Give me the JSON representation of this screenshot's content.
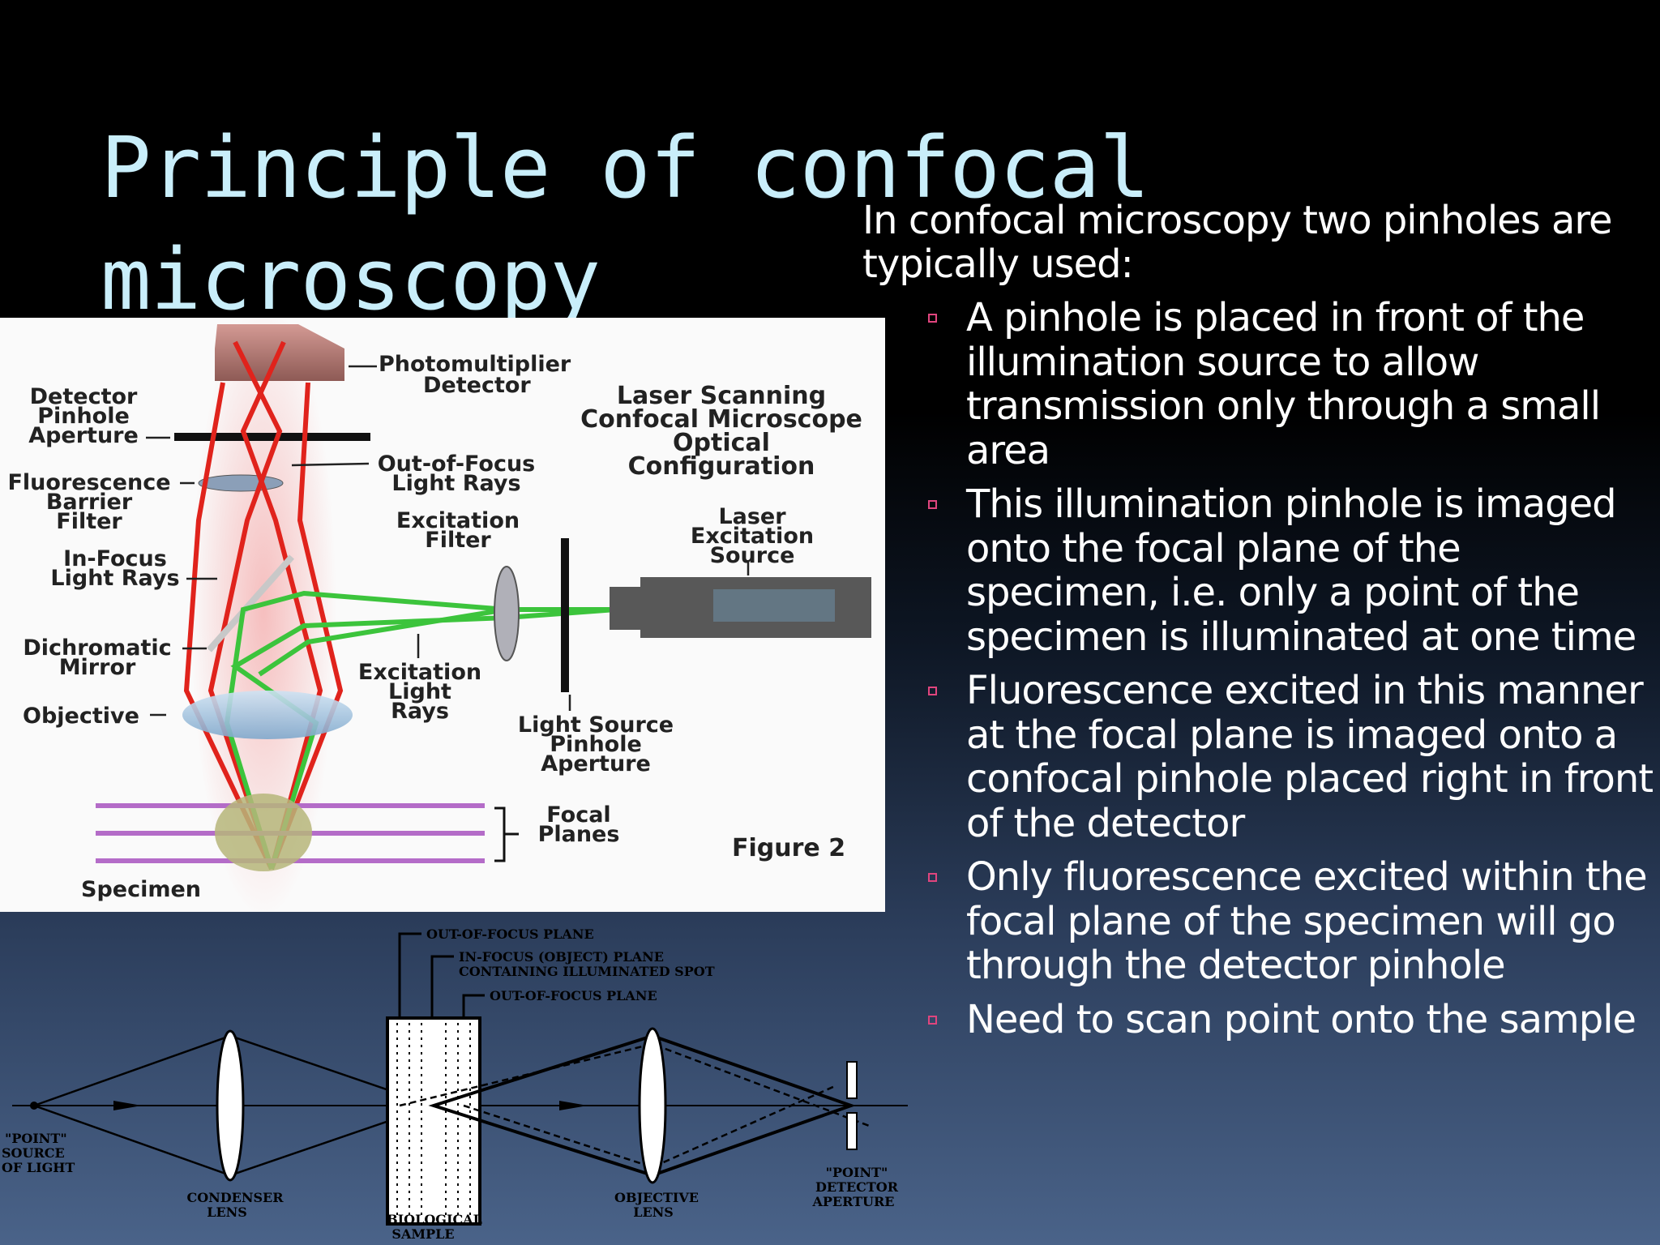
{
  "slide": {
    "title": "Principle of confocal\nmicroscopy",
    "intro": "In confocal microscopy two pinholes are typically used:",
    "bullets": [
      "A pinhole is placed in front of the illumination source to allow transmission only through a small area",
      "This illumination pinhole is imaged onto the focal plane of the specimen, i.e. only a point of the specimen is illuminated at one time",
      "Fluorescence excited in this manner at the focal plane is imaged onto a confocal pinhole placed right in front of the detector",
      "Only fluorescence excited within the focal plane of the specimen will go through the detector pinhole",
      "Need to scan point onto the sample"
    ],
    "bullet_color": "#e0457e",
    "title_color": "#c9eefa"
  },
  "figure": {
    "heading": [
      "Laser Scanning",
      "Confocal Microscope",
      "Optical",
      "Configuration"
    ],
    "caption": "Figure 2",
    "labels": {
      "photomultiplier": [
        "Photomultiplier",
        "Detector"
      ],
      "detector_pinhole": [
        "Detector",
        "Pinhole",
        "Aperture"
      ],
      "barrier_filter": [
        "Fluorescence",
        "Barrier",
        "Filter"
      ],
      "in_focus": [
        "In-Focus",
        "Light Rays"
      ],
      "dichromatic": [
        "Dichromatic",
        "Mirror"
      ],
      "objective": "Objective",
      "specimen": "Specimen",
      "out_of_focus": [
        "Out-of-Focus",
        "Light Rays"
      ],
      "excitation_filter": [
        "Excitation",
        "Filter"
      ],
      "excitation_light": [
        "Excitation",
        "Light",
        "Rays"
      ],
      "laser_source": [
        "Laser",
        "Excitation",
        "Source"
      ],
      "light_source_pinhole": [
        "Light Source",
        "Pinhole",
        "Aperture"
      ],
      "focal_planes": [
        "Focal",
        "Planes"
      ]
    },
    "colors": {
      "emission": "#e0231c",
      "excitation": "#3cc43c",
      "focal_plane": "#b46cc8"
    }
  },
  "schematic": {
    "labels": {
      "out_of_focus_top": "OUT-OF-FOCUS PLANE",
      "in_focus": [
        "IN-FOCUS (OBJECT) PLANE",
        "CONTAINING ILLUMINATED SPOT"
      ],
      "out_of_focus_bottom": "OUT-OF-FOCUS PLANE",
      "point_source": [
        "\"POINT\"",
        "SOURCE",
        "OF LIGHT"
      ],
      "condenser": [
        "CONDENSER",
        "LENS"
      ],
      "sample": [
        "BIOLOGICAL",
        "SAMPLE"
      ],
      "objective": [
        "OBJECTIVE",
        "LENS"
      ],
      "detector": [
        "\"POINT\"",
        "DETECTOR",
        "APERTURE"
      ]
    }
  }
}
